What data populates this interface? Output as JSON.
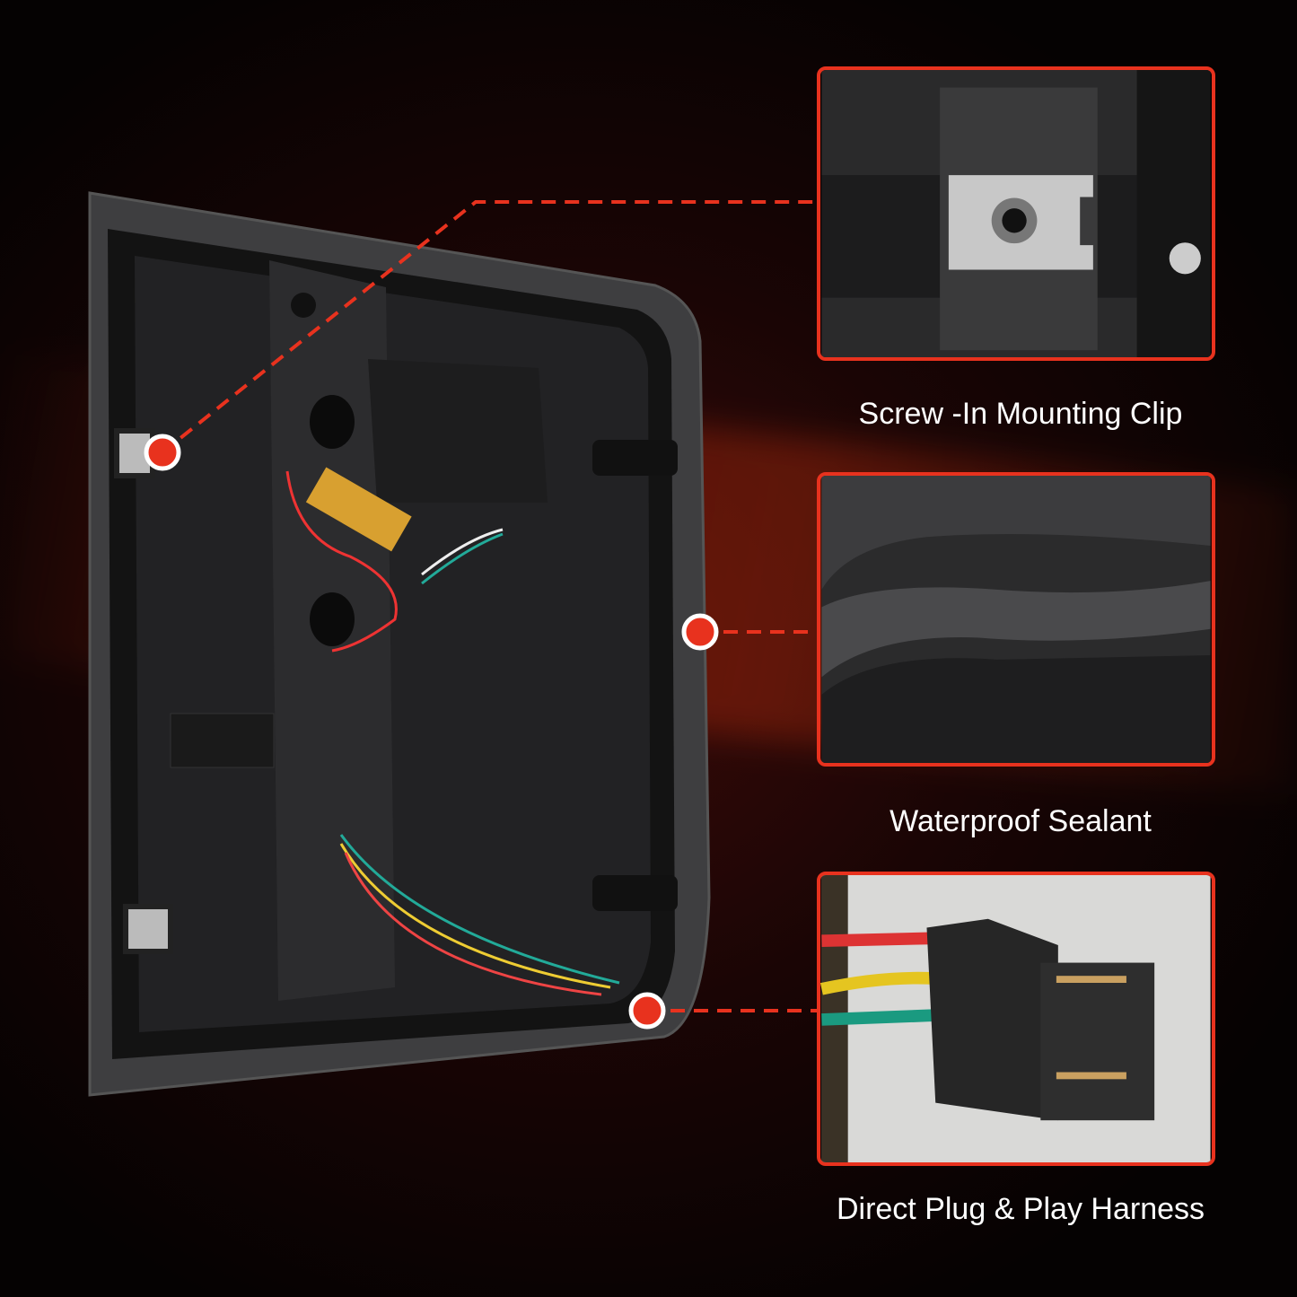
{
  "callouts": [
    {
      "label": "Screw -In Mounting Clip",
      "icon": "mounting-clip"
    },
    {
      "label": "Waterproof Sealant",
      "icon": "sealant"
    },
    {
      "label": "Direct Plug & Play Harness",
      "icon": "harness-connector"
    }
  ],
  "colors": {
    "accent": "#e8321e",
    "background": "#0a0303"
  }
}
